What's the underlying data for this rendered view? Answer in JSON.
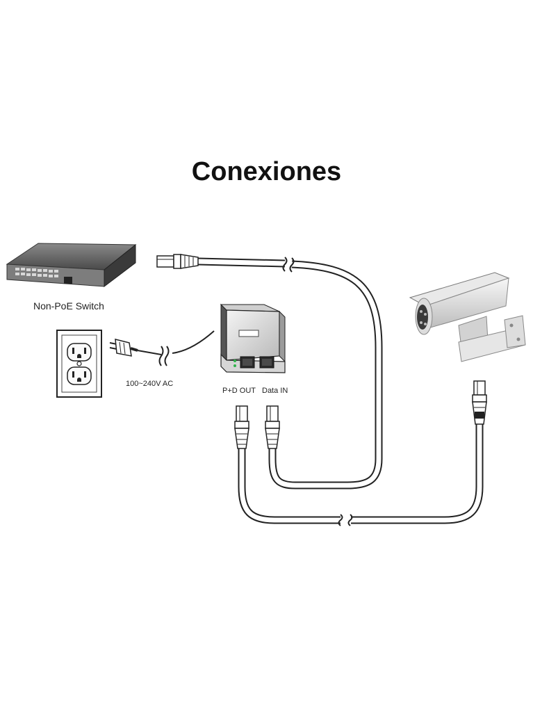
{
  "title": "Conexiones",
  "labels": {
    "switch": "Non-PoE Switch",
    "ac_input": "100~240V AC",
    "pd_out": "P+D OUT",
    "data_in": "Data IN"
  },
  "devices": {
    "switch": "network-switch-icon",
    "outlet": "power-outlet-icon",
    "injector": "poe-injector-icon",
    "camera": "bullet-camera-icon"
  }
}
